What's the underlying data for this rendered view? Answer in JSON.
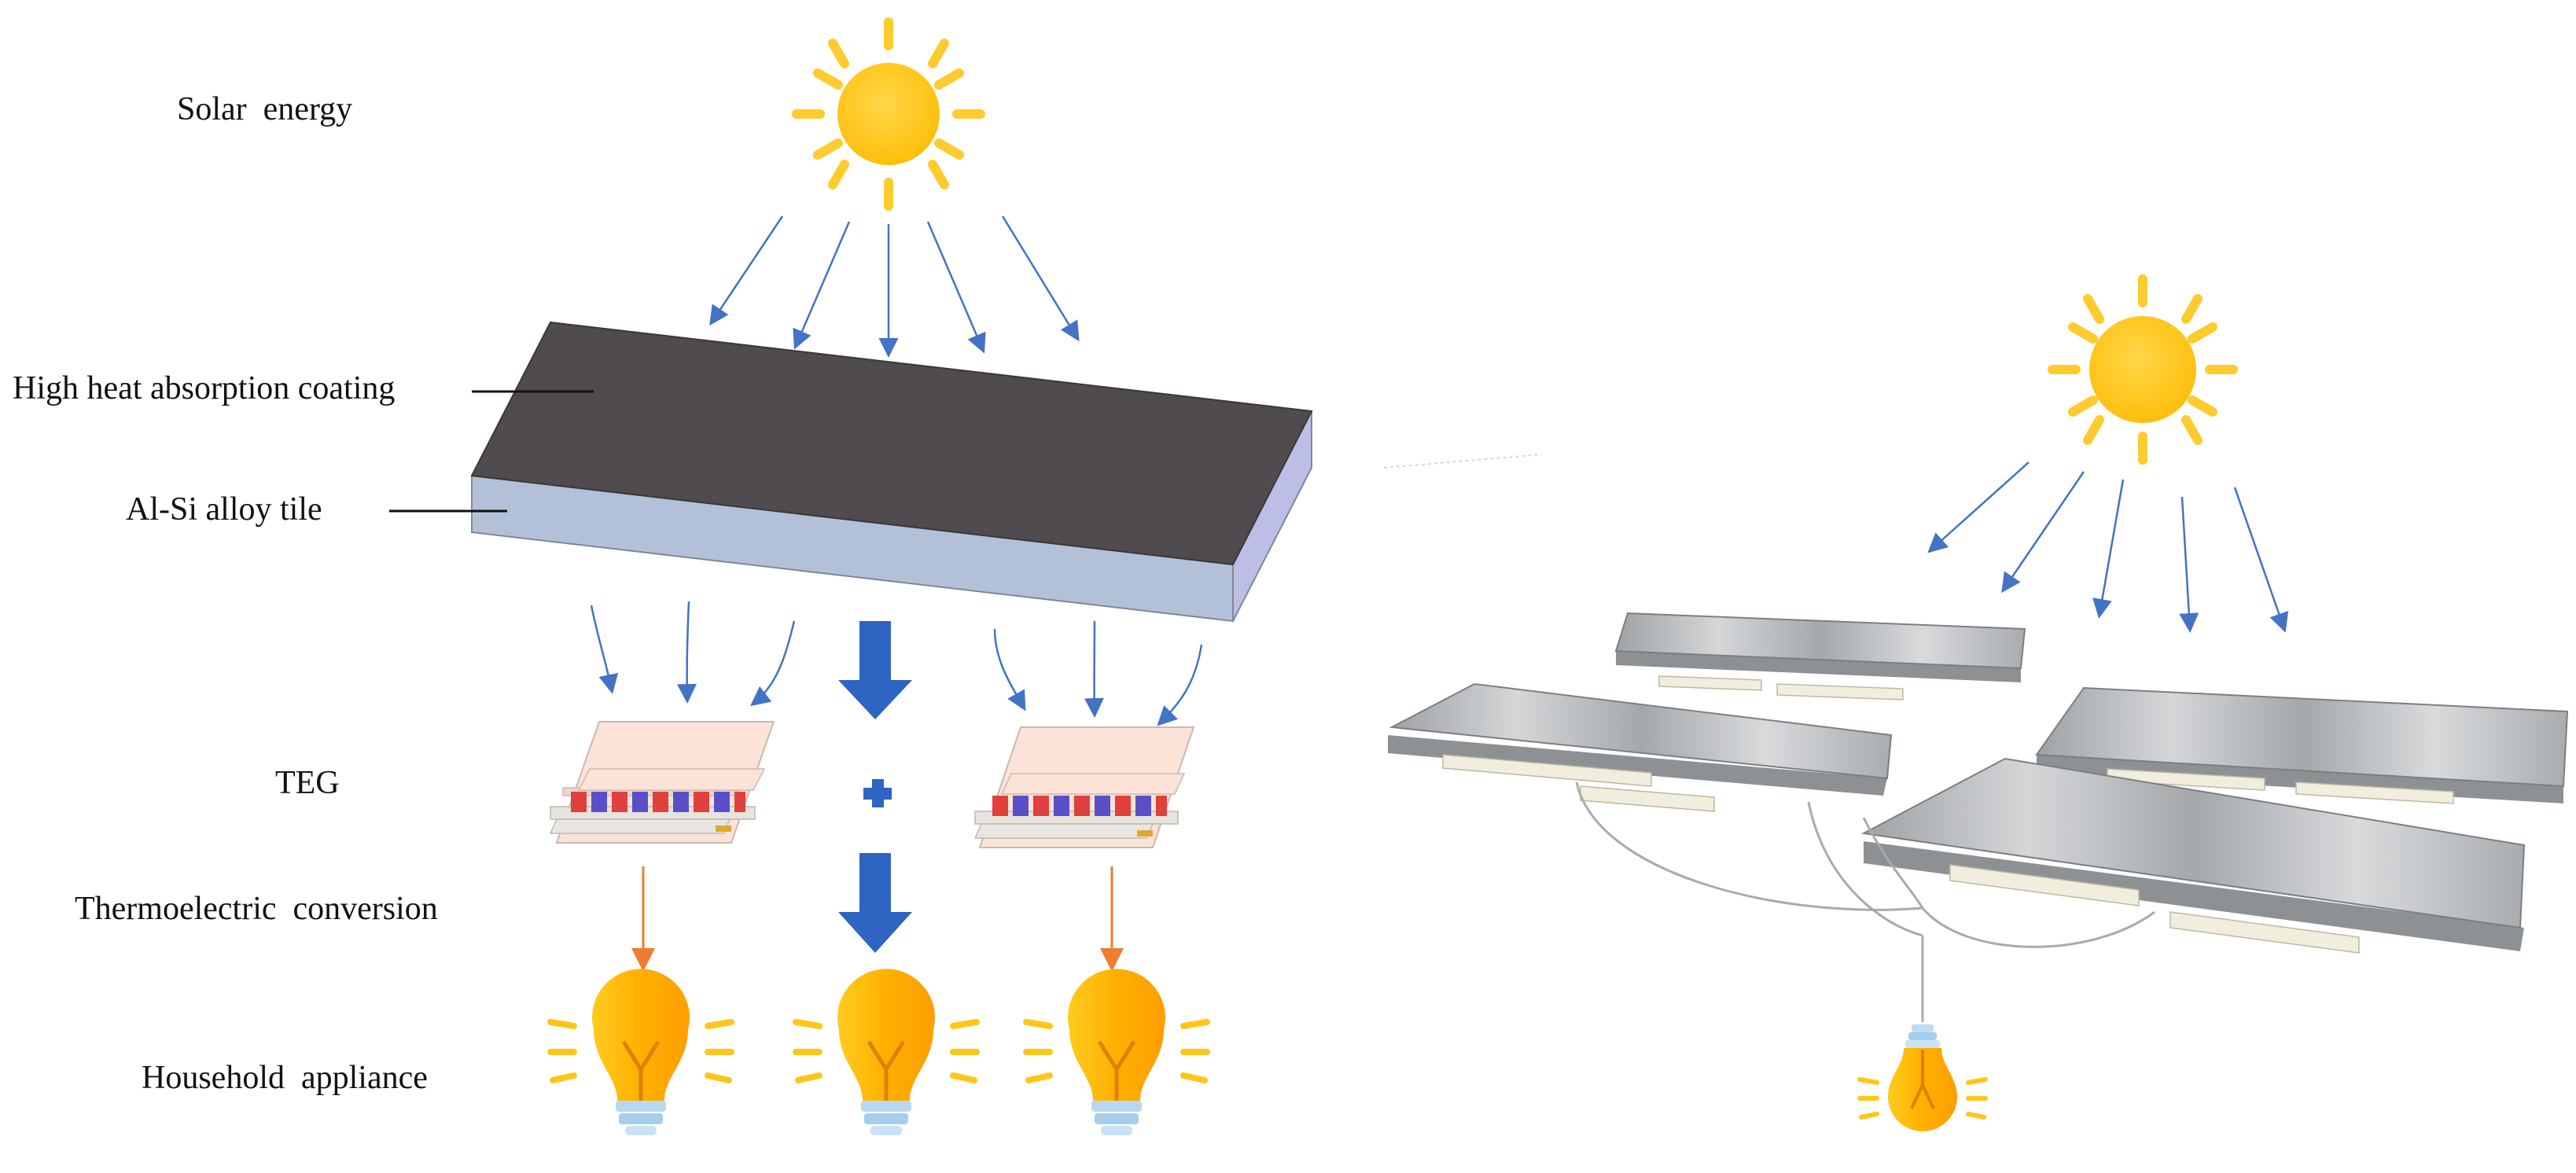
{
  "labels": {
    "solar_energy": "Solar  energy",
    "coating": "High heat absorption coating",
    "tile": "Al-Si alloy tile",
    "teg": "TEG",
    "conversion": "Thermoelectric  conversion",
    "appliance": "Household  appliance"
  },
  "colors": {
    "sun": "#FFC61A",
    "sun_ray": "#FFCB2E",
    "arrow_blue": "#4472C4",
    "big_arrow": "#2E64C2",
    "coating_top": "#4F4B4E",
    "tile_side": "#B3C1D8",
    "tile_end": "#BDBEE6",
    "teg_plate": "#FBE4D7",
    "teg_red": "#E0413D",
    "teg_blue": "#5A4FC8",
    "orange_arrow": "#ED7D31",
    "bulb": "#FFB800",
    "panel_metal": "#B9BBBD"
  }
}
